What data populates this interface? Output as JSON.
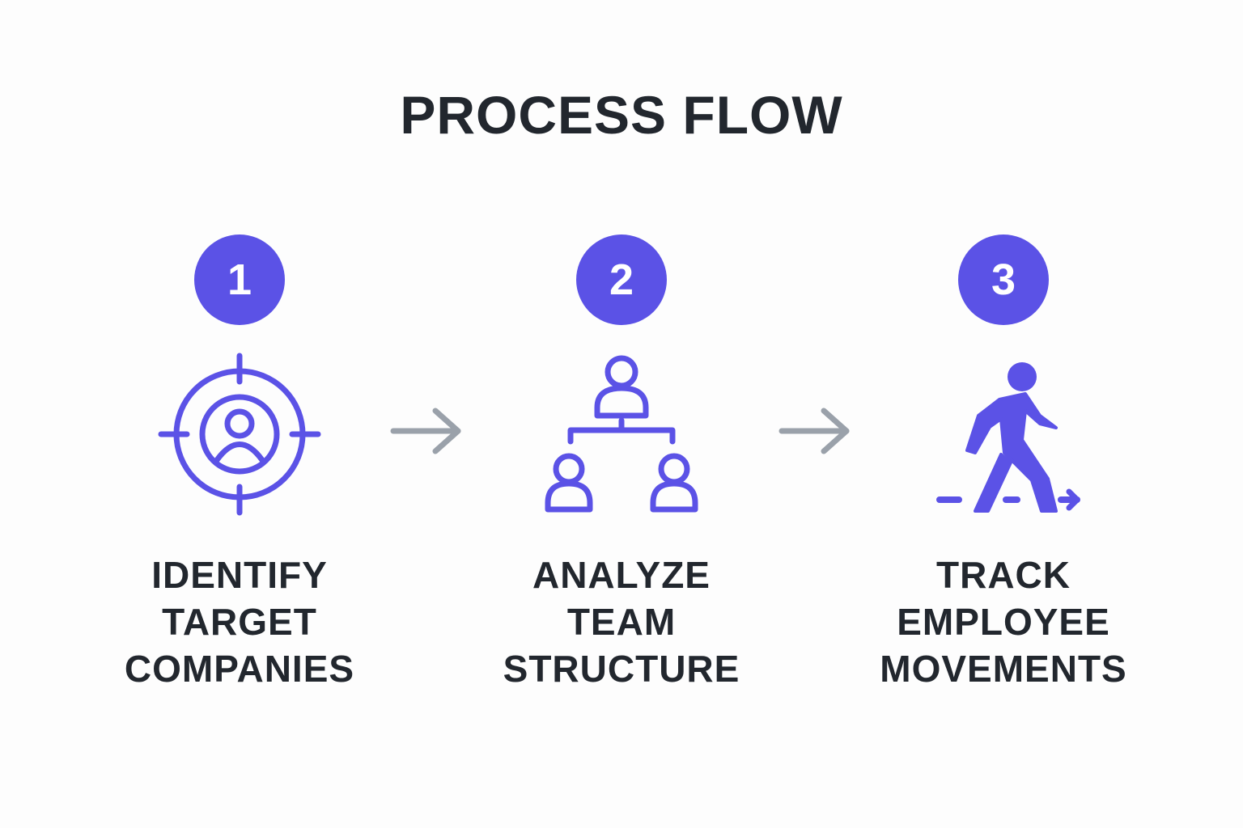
{
  "title": "PROCESS FLOW",
  "colors": {
    "accent": "#5b52e6",
    "text": "#22272e",
    "arrow": "#9aa1aa",
    "background": "#fdfdfd"
  },
  "steps": [
    {
      "number": "1",
      "icon": "target-person-icon",
      "label_lines": [
        "IDENTIFY",
        "TARGET",
        "COMPANIES"
      ]
    },
    {
      "number": "2",
      "icon": "org-chart-icon",
      "label_lines": [
        "ANALYZE",
        "TEAM",
        "STRUCTURE"
      ]
    },
    {
      "number": "3",
      "icon": "walking-person-icon",
      "label_lines": [
        "TRACK",
        "EMPLOYEE",
        "MOVEMENTS"
      ]
    }
  ],
  "connectors": [
    {
      "icon": "arrow-right-icon"
    },
    {
      "icon": "arrow-right-icon"
    }
  ]
}
